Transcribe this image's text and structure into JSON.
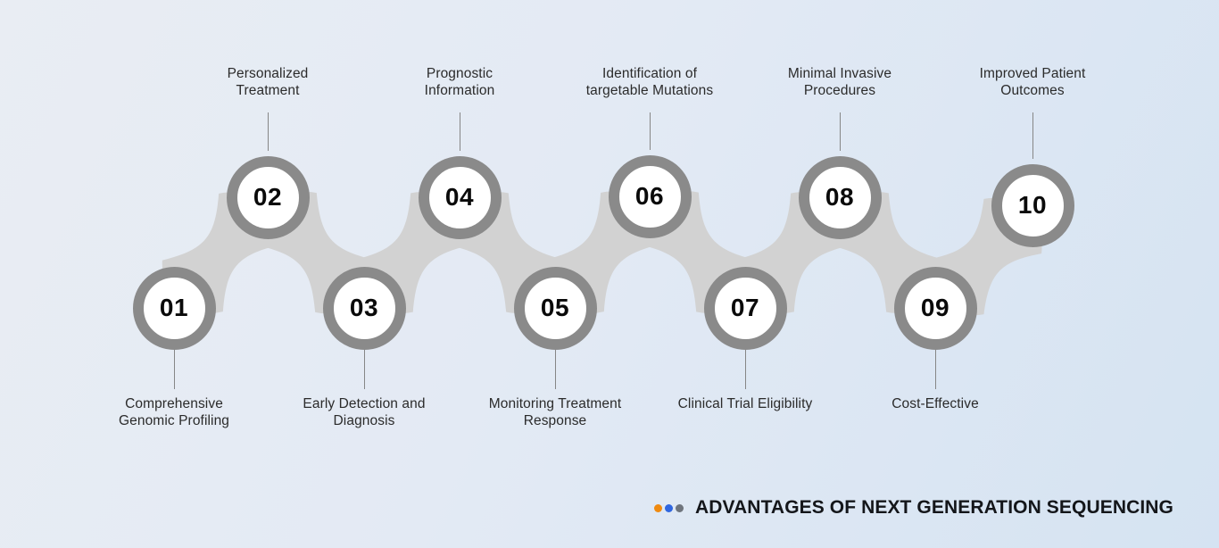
{
  "title": {
    "text": "ADVANTAGES OF NEXT GENERATION SEQUENCING"
  },
  "title_dots": [
    {
      "name": "dot-orange",
      "color": "#EF8A10"
    },
    {
      "name": "dot-blue",
      "color": "#2F66E0"
    },
    {
      "name": "dot-gray",
      "color": "#6F757D"
    }
  ],
  "steps": [
    {
      "number": "01",
      "label": "Comprehensive\nGenomic Profiling",
      "label_position": "bottom"
    },
    {
      "number": "02",
      "label": "Personalized\nTreatment",
      "label_position": "top"
    },
    {
      "number": "03",
      "label": "Early Detection and\nDiagnosis",
      "label_position": "bottom"
    },
    {
      "number": "04",
      "label": "Prognostic\nInformation",
      "label_position": "top"
    },
    {
      "number": "05",
      "label": "Monitoring Treatment\nResponse",
      "label_position": "bottom"
    },
    {
      "number": "06",
      "label": "Identification of\ntargetable Mutations",
      "label_position": "top"
    },
    {
      "number": "07",
      "label": "Clinical Trial Eligibility",
      "label_position": "bottom"
    },
    {
      "number": "08",
      "label": "Minimal Invasive\nProcedures",
      "label_position": "top"
    },
    {
      "number": "09",
      "label": "Cost-Effective",
      "label_position": "bottom"
    },
    {
      "number": "10",
      "label": "Improved Patient\nOutcomes",
      "label_position": "top"
    }
  ],
  "colors": {
    "ring": "#8A8A8A",
    "ribbon": "#D2D2D2",
    "circle_fill": "#FFFFFF",
    "number_text": "#0A0A0A",
    "label_text": "#2B2B2B",
    "connector_line": "#868686",
    "title_text": "#14161A",
    "background_from": "#E9EDF3",
    "background_to": "#D5E3F2"
  }
}
